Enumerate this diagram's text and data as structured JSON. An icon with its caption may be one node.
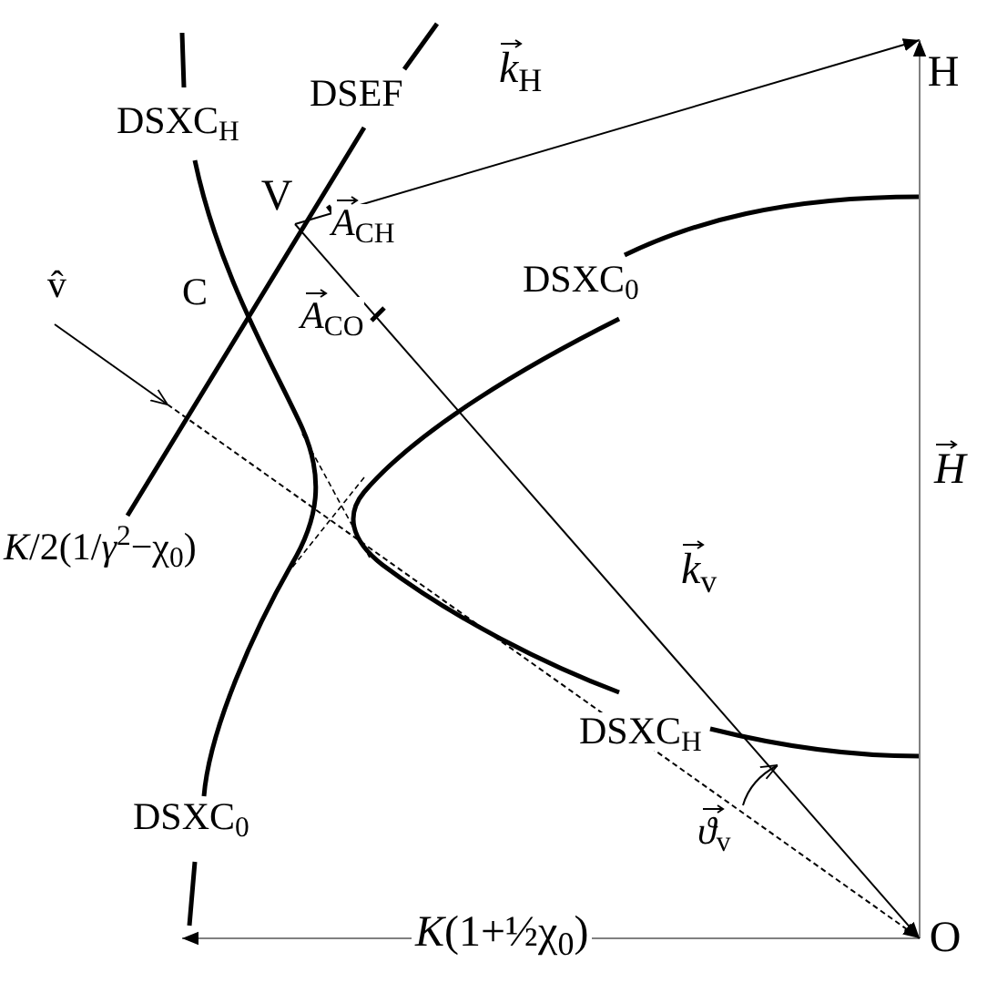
{
  "diagram": {
    "nodes": [
      {
        "text": [
          "H"
        ]
      },
      {
        "text": [
          "O"
        ]
      },
      {
        "text": [
          "V"
        ]
      }
    ],
    "edges": [
      {
        "from": 2,
        "to": 0,
        "arrow": "to",
        "label": "*k*$_{H}$"
      },
      {
        "from": 2,
        "to": 1,
        "arrow": "to",
        "label": "*k*$_{v}$"
      },
      {
        "from": 1,
        "to": 0,
        "arrow": "to",
        "label": "*H*",
        "color": "#808080"
      },
      {
        "from": 1,
        "to": null,
        "arrow": "to",
        "label": "*K*(1+½χ$_{0}$)",
        "color": "#808080"
      },
      {
        "from": null,
        "to": 1,
        "arrow": "to",
        "style": "dashed"
      }
    ],
    "labels": [
      "DSXC$_{H}$",
      "DSEF",
      "C",
      "v̂",
      "*A*$_{CH}$",
      "*A*$_{CO}$",
      "DSXC$_{0}$",
      "*K*/2(1/*γ*$^{2}$−χ$_{0}$)",
      "DSXC$_{H}$",
      "DSXC$_{0}$",
      "*ϑ*$_{v}$"
    ]
  }
}
